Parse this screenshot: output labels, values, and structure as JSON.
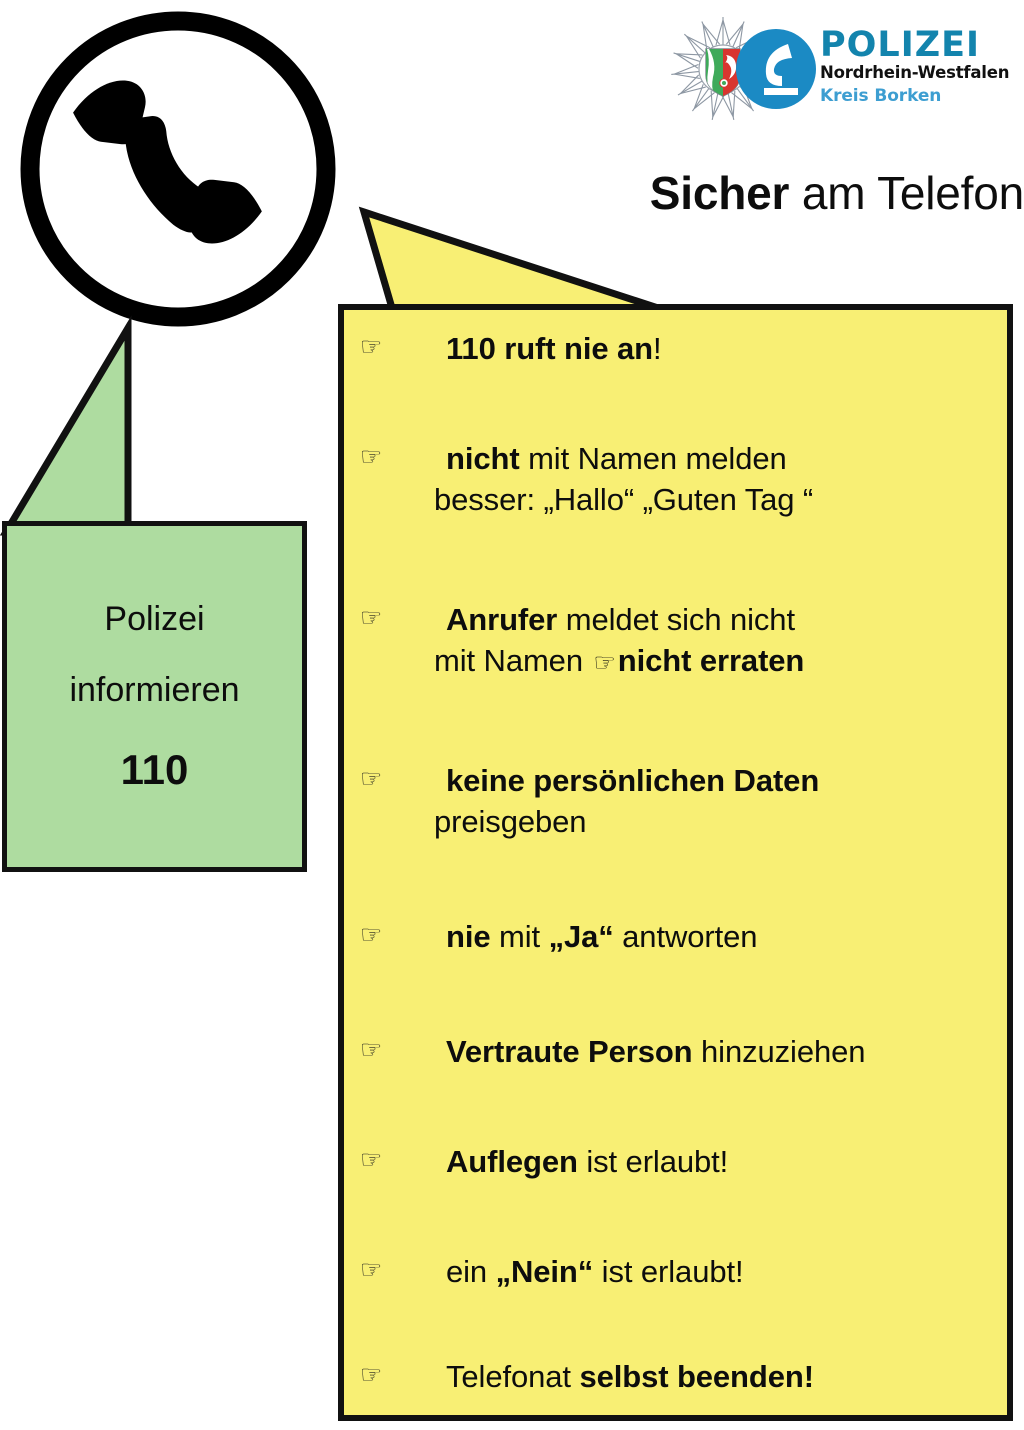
{
  "poster": {
    "title_bold": "Sicher",
    "title_rest": " am Telefon",
    "colors": {
      "bubble_yellow": "#F8EF74",
      "bubble_green": "#AEDCA0",
      "outline_black": "#111111",
      "logo_polizei_blue": "#1384AD",
      "logo_kreis_blue": "#3D9ED1",
      "logo_text_black": "#111111"
    }
  },
  "logo": {
    "name": "polizei-nrw-kreis-borken-logo",
    "line1": "POLIZEI",
    "line2": "Nordrhein-Westfalen",
    "line3": "Kreis Borken",
    "badge_icon": "police-star-badge-icon",
    "emblem_icon": "blue-circle-eagle-icon"
  },
  "phone_icon": {
    "name": "telephone-handset-in-circle-icon"
  },
  "green_callout": {
    "line1": "Polizei",
    "line2": "informieren",
    "number": "110"
  },
  "hand_icon": "☞",
  "tips": [
    {
      "id": "tip-110-ruft-nie-an",
      "lines": [
        [
          {
            "text": "110 ruft nie an",
            "bold": true
          },
          {
            "text": "!",
            "bold": false
          }
        ]
      ]
    },
    {
      "id": "tip-nicht-mit-namen-melden",
      "lines": [
        [
          {
            "text": "nicht",
            "bold": true
          },
          {
            "text": " mit Namen melden",
            "bold": false
          }
        ],
        [
          {
            "text": "besser: „Hallo“ „Guten Tag “",
            "bold": false
          }
        ]
      ]
    },
    {
      "id": "tip-anrufer-meldet-sich-nicht",
      "lines": [
        [
          {
            "text": "Anrufer",
            "bold": true
          },
          {
            "text": " meldet sich nicht",
            "bold": false
          }
        ],
        [
          {
            "text": "mit Namen ",
            "bold": false
          },
          {
            "text": "☞",
            "hand": true
          },
          {
            "text": "nicht erraten",
            "bold": true
          }
        ]
      ]
    },
    {
      "id": "tip-keine-persoenlichen-daten",
      "lines": [
        [
          {
            "text": "keine persönlichen Daten",
            "bold": true
          }
        ],
        [
          {
            "text": "preisgeben",
            "bold": false
          }
        ]
      ]
    },
    {
      "id": "tip-nie-mit-ja-antworten",
      "lines": [
        [
          {
            "text": "nie",
            "bold": true
          },
          {
            "text": " mit ",
            "bold": false
          },
          {
            "text": "„Ja“",
            "bold": true
          },
          {
            "text": " antworten",
            "bold": false
          }
        ]
      ]
    },
    {
      "id": "tip-vertraute-person-hinzuziehen",
      "lines": [
        [
          {
            "text": "Vertraute Person",
            "bold": true
          },
          {
            "text": " hinzuziehen",
            "bold": false
          }
        ]
      ]
    },
    {
      "id": "tip-auflegen-ist-erlaubt",
      "lines": [
        [
          {
            "text": "Auflegen",
            "bold": true
          },
          {
            "text": " ist erlaubt!",
            "bold": false
          }
        ]
      ]
    },
    {
      "id": "tip-ein-nein-ist-erlaubt",
      "lines": [
        [
          {
            "text": "ein ",
            "bold": false
          },
          {
            "text": "„Nein“",
            "bold": true
          },
          {
            "text": " ist erlaubt!",
            "bold": false
          }
        ]
      ]
    },
    {
      "id": "tip-telefonat-selbst-beenden",
      "lines": [
        [
          {
            "text": "Telefonat ",
            "bold": false
          },
          {
            "text": "selbst beenden!",
            "bold": true
          }
        ]
      ]
    }
  ]
}
